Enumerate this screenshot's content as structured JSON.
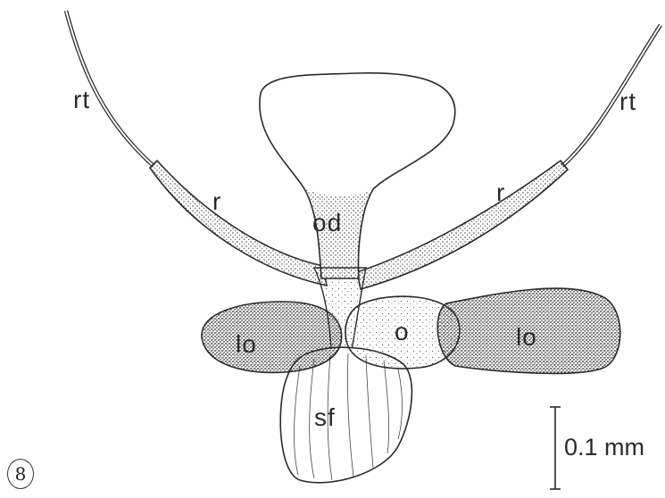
{
  "figure_number": "8",
  "labels": {
    "rt_left": "rt",
    "rt_right": "rt",
    "r_left": "r",
    "r_right": "r",
    "od": "od",
    "lo_left": "lo",
    "o": "o",
    "lo_right": "lo",
    "sf": "sf"
  },
  "scale_bar": {
    "label": "0.1 mm"
  },
  "colors": {
    "ink": "#2a2a2a",
    "paper": "#ffffff"
  }
}
